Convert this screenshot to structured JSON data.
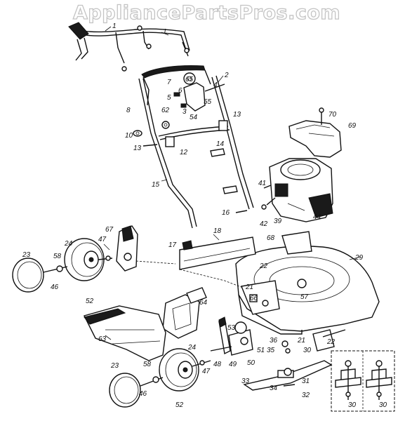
{
  "watermark": "AppliancePartsPros.com",
  "callouts": [
    {
      "id": "c1",
      "text": "1"
    },
    {
      "id": "c1b",
      "text": "1"
    },
    {
      "id": "c2",
      "text": "2"
    },
    {
      "id": "c3",
      "text": "3"
    },
    {
      "id": "c4",
      "text": "4"
    },
    {
      "id": "c5",
      "text": "5"
    },
    {
      "id": "c6",
      "text": "6"
    },
    {
      "id": "c7",
      "text": "7"
    },
    {
      "id": "c8",
      "text": "8"
    },
    {
      "id": "c10",
      "text": "10"
    },
    {
      "id": "c12",
      "text": "12"
    },
    {
      "id": "c13a",
      "text": "13"
    },
    {
      "id": "c13b",
      "text": "13"
    },
    {
      "id": "c14",
      "text": "14"
    },
    {
      "id": "c15",
      "text": "15"
    },
    {
      "id": "c16",
      "text": "16"
    },
    {
      "id": "c17",
      "text": "17"
    },
    {
      "id": "c18",
      "text": "18"
    },
    {
      "id": "c21a",
      "text": "21"
    },
    {
      "id": "c21b",
      "text": "21"
    },
    {
      "id": "c22a",
      "text": "22"
    },
    {
      "id": "c22b",
      "text": "22"
    },
    {
      "id": "c23a",
      "text": "23"
    },
    {
      "id": "c23b",
      "text": "23"
    },
    {
      "id": "c24a",
      "text": "24"
    },
    {
      "id": "c24b",
      "text": "24"
    },
    {
      "id": "c29",
      "text": "29"
    },
    {
      "id": "c30a",
      "text": "30"
    },
    {
      "id": "c30b",
      "text": "30"
    },
    {
      "id": "c30c",
      "text": "30"
    },
    {
      "id": "c31",
      "text": "31"
    },
    {
      "id": "c32",
      "text": "32"
    },
    {
      "id": "c33",
      "text": "33"
    },
    {
      "id": "c34",
      "text": "34"
    },
    {
      "id": "c35",
      "text": "35"
    },
    {
      "id": "c36",
      "text": "36"
    },
    {
      "id": "c39",
      "text": "39"
    },
    {
      "id": "c41",
      "text": "41"
    },
    {
      "id": "c42",
      "text": "42"
    },
    {
      "id": "c44",
      "text": "44"
    },
    {
      "id": "c46a",
      "text": "46"
    },
    {
      "id": "c46b",
      "text": "46"
    },
    {
      "id": "c47a",
      "text": "47"
    },
    {
      "id": "c47b",
      "text": "47"
    },
    {
      "id": "c48",
      "text": "48"
    },
    {
      "id": "c49",
      "text": "49"
    },
    {
      "id": "c50",
      "text": "50"
    },
    {
      "id": "c51",
      "text": "51"
    },
    {
      "id": "c52a",
      "text": "52"
    },
    {
      "id": "c52b",
      "text": "52"
    },
    {
      "id": "c53",
      "text": "53"
    },
    {
      "id": "c54",
      "text": "54"
    },
    {
      "id": "c55",
      "text": "55"
    },
    {
      "id": "c57",
      "text": "57"
    },
    {
      "id": "c58a",
      "text": "58"
    },
    {
      "id": "c58b",
      "text": "58"
    },
    {
      "id": "c62",
      "text": "62"
    },
    {
      "id": "c63",
      "text": "63"
    },
    {
      "id": "c64",
      "text": "64"
    },
    {
      "id": "c65",
      "text": "65"
    },
    {
      "id": "c66",
      "text": "66"
    },
    {
      "id": "c67",
      "text": "67"
    },
    {
      "id": "c68",
      "text": "68"
    },
    {
      "id": "c69",
      "text": "69"
    },
    {
      "id": "c70",
      "text": "70"
    }
  ]
}
